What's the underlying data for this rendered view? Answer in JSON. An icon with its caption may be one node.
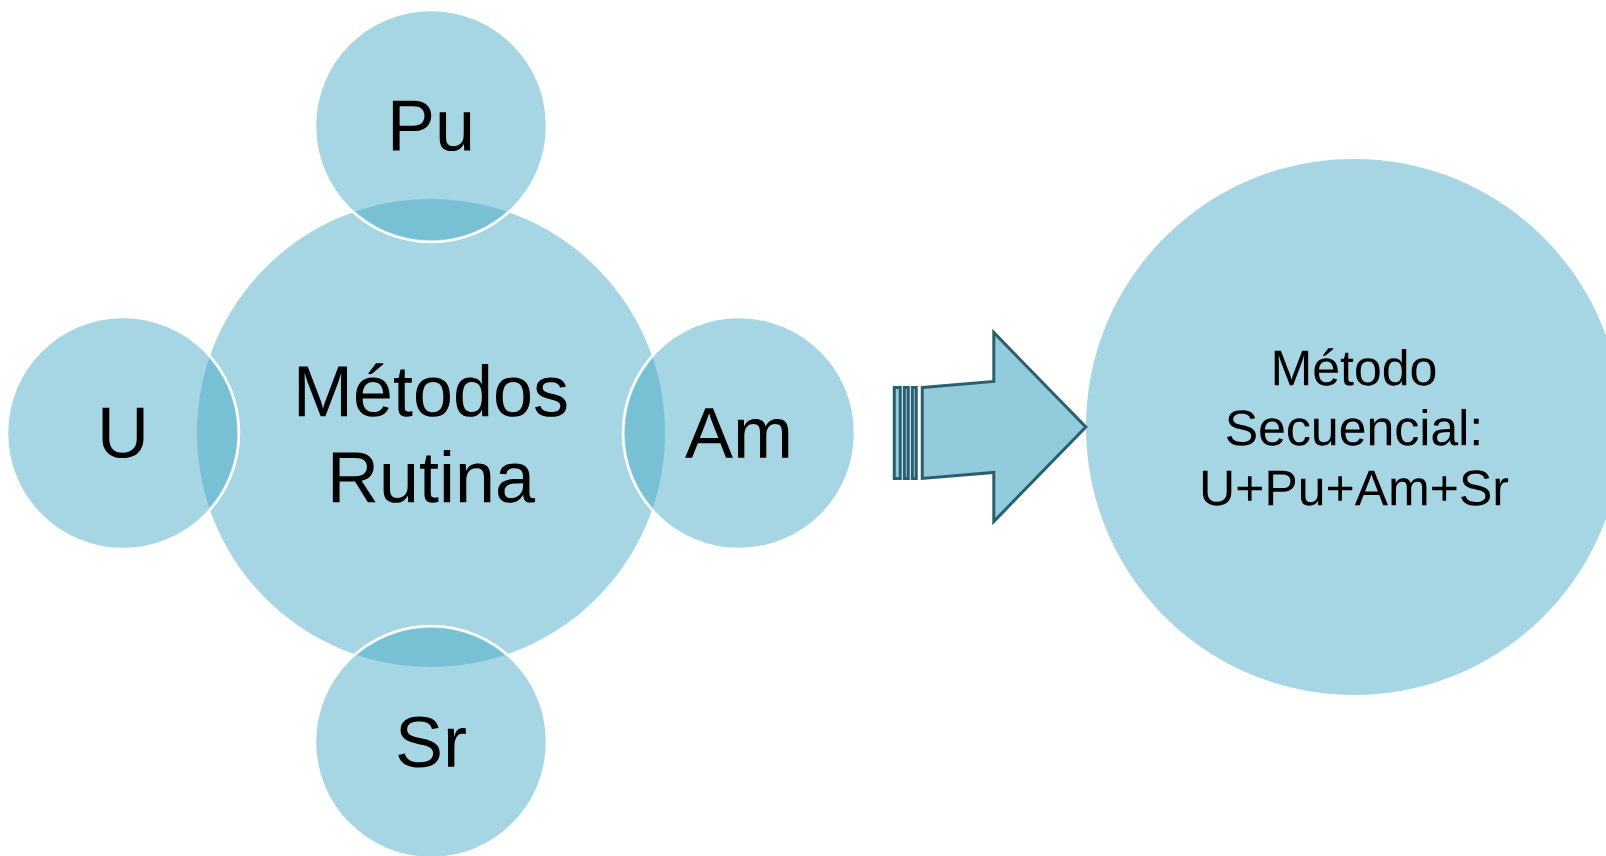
{
  "diagram": {
    "nodes": [
      {
        "text": [
          "Métodos Rutina"
        ]
      },
      {
        "text": [
          "Pu"
        ]
      },
      {
        "text": [
          "U"
        ]
      },
      {
        "text": [
          "Am"
        ]
      },
      {
        "text": [
          "Sr"
        ]
      },
      {
        "text": [
          "Método Secuencial: U+Pu+Am+Sr"
        ]
      }
    ],
    "edges": [
      {
        "from": 3,
        "to": 5,
        "arrow": "to"
      }
    ]
  }
}
